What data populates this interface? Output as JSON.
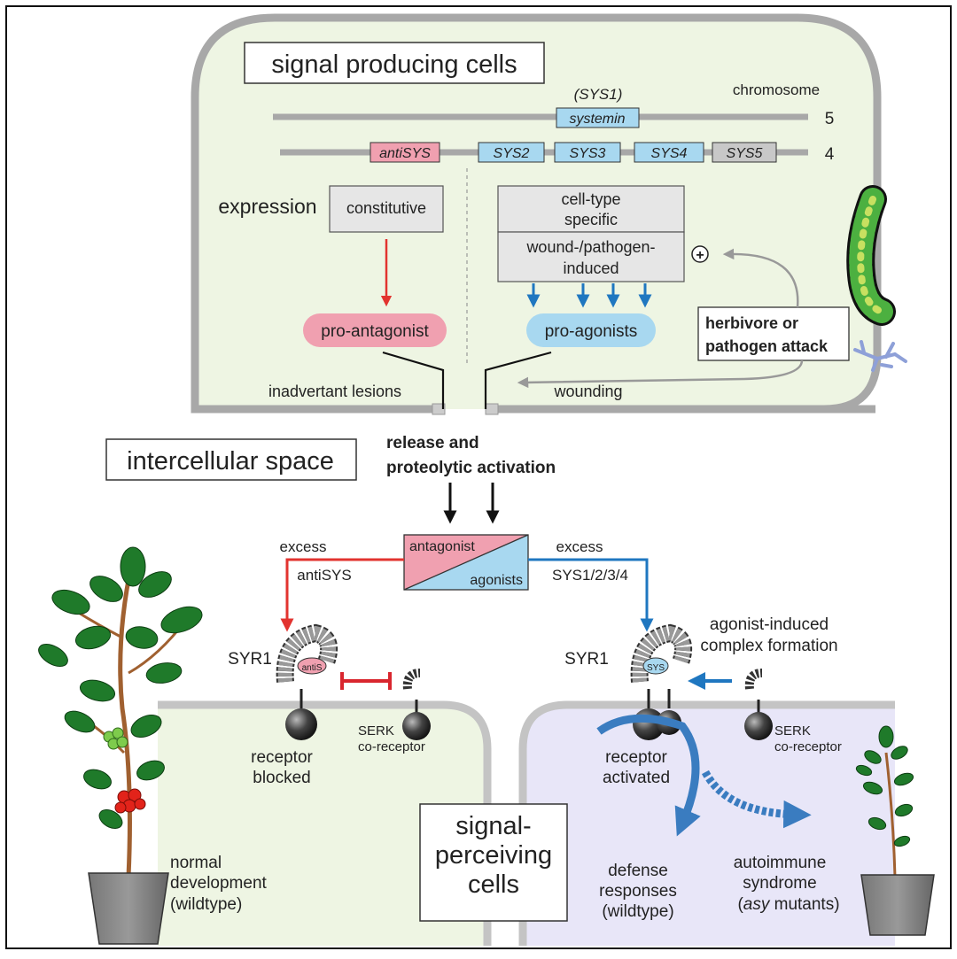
{
  "titles": {
    "producing": "signal producing cells",
    "intercellular": "intercellular space",
    "perceiving_l1": "signal-",
    "perceiving_l2": "perceiving",
    "perceiving_l3": "cells"
  },
  "chromosomes": {
    "label": "chromosome",
    "num5": "5",
    "num4": "4",
    "sys1_label": "(SYS1)",
    "systemin": "systemin",
    "genes4": [
      "antiSYS",
      "SYS2",
      "SYS3",
      "SYS4",
      "SYS5"
    ]
  },
  "expression": {
    "label": "expression",
    "constitutive": "constitutive",
    "celltype_l1": "cell-type",
    "celltype_l2": "specific",
    "wound_l1": "wound-/pathogen-",
    "wound_l2": "induced",
    "plus": "+"
  },
  "products": {
    "pro_antagonist": "pro-antagonist",
    "pro_agonists": "pro-agonists"
  },
  "attack": {
    "l1": "herbivore or",
    "l2": "pathogen attack"
  },
  "membrane": {
    "lesions": "inadvertant lesions",
    "wounding": "wounding"
  },
  "release": {
    "l1": "release and",
    "l2": "proteolytic activation"
  },
  "split_box": {
    "antagonist": "antagonist",
    "agonists": "agonists"
  },
  "left_branch": {
    "l1": "excess",
    "l2": "antiSYS",
    "receptor": "SYR1",
    "ligand": "antiS",
    "serk_l1": "SERK",
    "serk_l2": "co-receptor",
    "state_l1": "receptor",
    "state_l2": "blocked",
    "outcome_l1": "normal",
    "outcome_l2": "development",
    "outcome_l3": "(wildtype)"
  },
  "right_branch": {
    "l1": "excess",
    "l2": "SYS1/2/3/4",
    "receptor": "SYR1",
    "ligand": "SYS",
    "complex_l1": "agonist-induced",
    "complex_l2": "complex formation",
    "serk_l1": "SERK",
    "serk_l2": "co-receptor",
    "state_l1": "receptor",
    "state_l2": "activated",
    "defense_l1": "defense",
    "defense_l2": "responses",
    "defense_l3": "(wildtype)",
    "auto_l1": "autoimmune",
    "auto_l2": "syndrome",
    "auto_l3a": "(",
    "auto_l3b": "asy",
    "auto_l3c": " mutants)"
  },
  "colors": {
    "red": "#e2332f",
    "blue": "#1f77c0",
    "pink": "#f0a0b0",
    "lightblue": "#a8d8f0",
    "cell_green": "#eef5e3",
    "cell_purple": "#e8e6f8",
    "membrane": "#b8b8b8"
  }
}
